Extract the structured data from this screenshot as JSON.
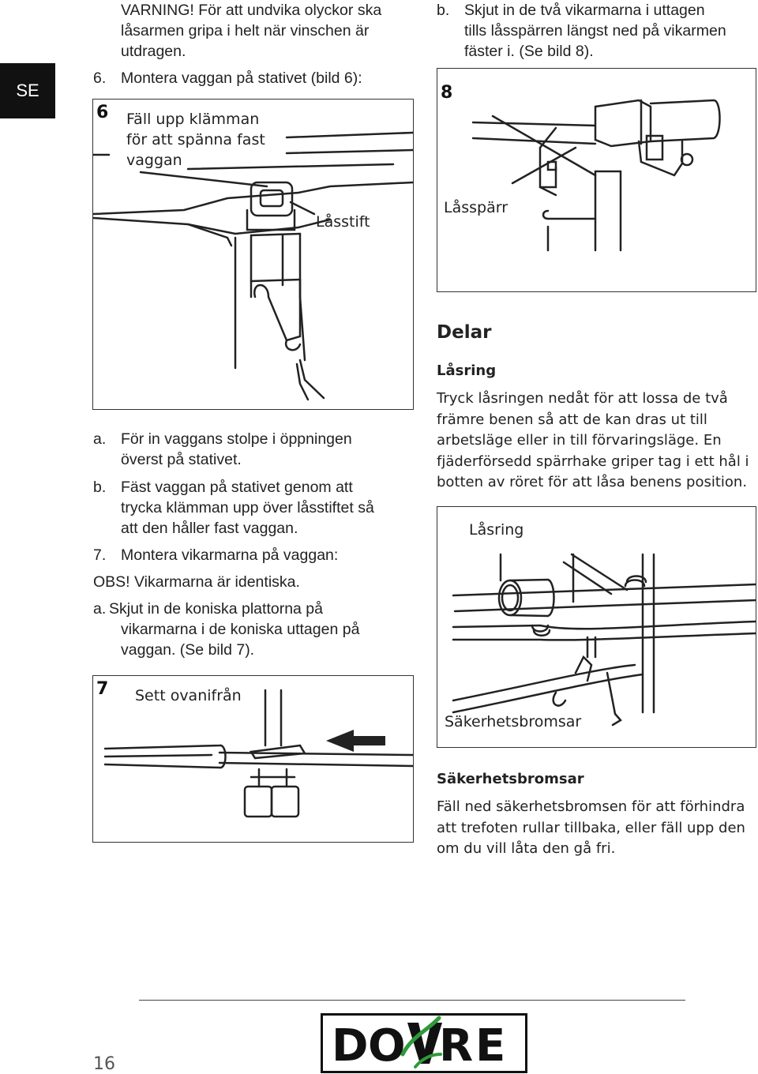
{
  "lang_tab": "SE",
  "left": {
    "warning_lines": [
      "VARNING! För att undvika olyckor ska",
      "låsarmen gripa i helt när vinschen är",
      "utdragen."
    ],
    "step6_num": "6.",
    "step6_text": "Montera vaggan på stativet (bild 6):",
    "fig6": {
      "number": "6",
      "caption_lines": [
        "Fäll upp klämman",
        "för att spänna fast",
        "vaggan"
      ],
      "label_pin": "Låsstift"
    },
    "a1_letter": "a.",
    "a1_lines": [
      "För in vaggans stolpe i öppningen",
      "överst på stativet."
    ],
    "b1_letter": "b.",
    "b1_lines": [
      "Fäst vaggan på stativet genom att",
      "trycka klämman upp över låsstiftet så",
      "att den håller fast vaggan."
    ],
    "step7_num": "7.",
    "step7_text": "Montera vikarmarna på vaggan:",
    "obs": "OBS! Vikarmarna är identiska.",
    "a2_letter": "a.",
    "a2_first": "Skjut in de koniska plattorna på",
    "a2_lines": [
      "vikarmarna i de koniska uttagen på",
      "vaggan. (Se bild 7)."
    ],
    "fig7": {
      "number": "7",
      "caption": "Sett ovanifrån"
    }
  },
  "right": {
    "b2_letter": "b.",
    "b2_first": "Skjut in de två vikarmarna i uttagen",
    "b2_lines": [
      "tills låsspärren längst ned på vikarmen",
      "fäster i. (Se bild 8)."
    ],
    "fig8": {
      "number": "8",
      "label": "Låsspärr"
    },
    "parts_heading": "Delar",
    "lock_ring_heading": "Låsring",
    "lock_ring_lines": [
      "Tryck låsringen nedåt för att lossa de två",
      "främre benen så att de kan dras ut till",
      "arbetsläge eller in till förvaringsläge. En",
      "fjäderförsedd spärrhake griper tag i ett hål i",
      "botten av röret för att låsa benens position."
    ],
    "fig_lock": {
      "label_ring": "Låsring",
      "label_brakes": "Säkerhetsbromsar"
    },
    "brakes_heading": "Säkerhetsbromsar",
    "brakes_lines": [
      "Fäll ned säkerhetsbromsen för att förhindra",
      "att trefoten rullar tillbaka, eller fäll upp den",
      "om du vill låta den gå fri."
    ]
  },
  "footer": {
    "page_number": "16",
    "logo_text": "DOVRE",
    "logo_accent": "#2f9a3a"
  }
}
